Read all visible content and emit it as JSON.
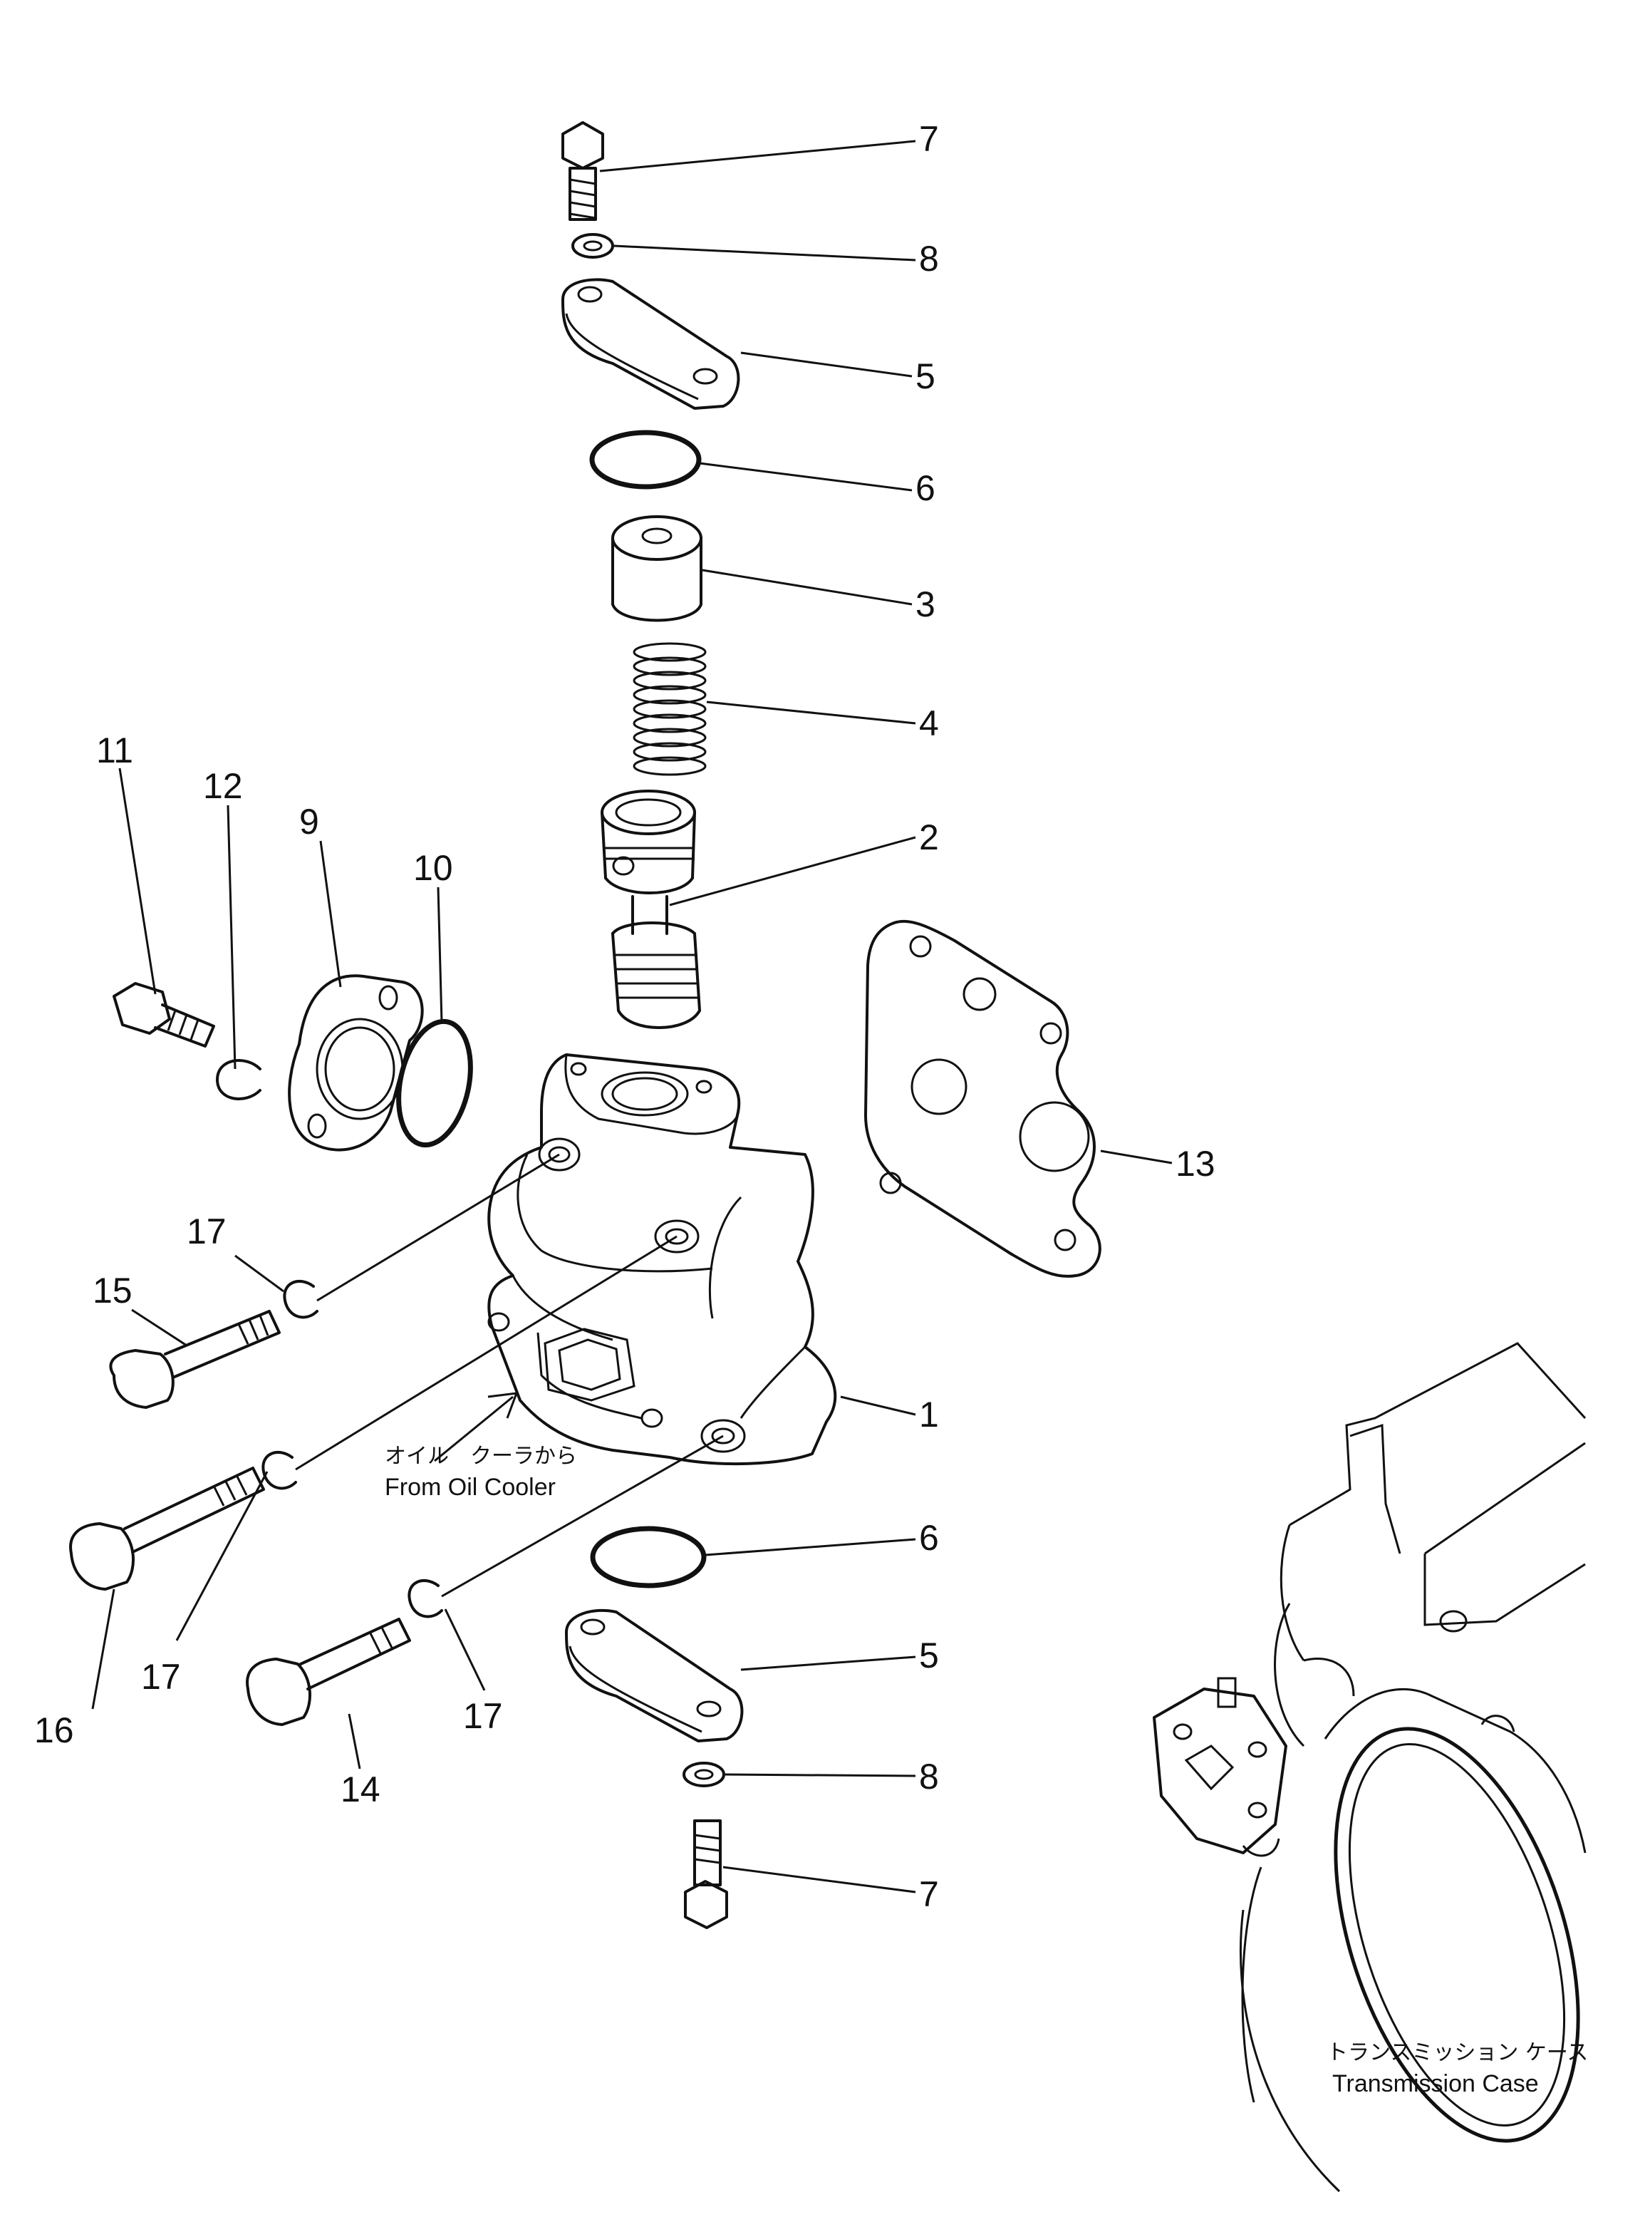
{
  "labels": {
    "p1": "1",
    "p2": "2",
    "p3": "3",
    "p4": "4",
    "p5_top": "5",
    "p5_bottom": "5",
    "p6_top": "6",
    "p6_bottom": "6",
    "p7_top": "7",
    "p7_bottom": "7",
    "p8_top": "8",
    "p8_bottom": "8",
    "p9": "9",
    "p10": "10",
    "p11": "11",
    "p12": "12",
    "p13": "13",
    "p14": "14",
    "p15": "15",
    "p16": "16",
    "p17_a": "17",
    "p17_b": "17",
    "p17_c": "17"
  },
  "captions": {
    "oil_cooler_jp": "オイル　クーラから",
    "oil_cooler_en": "From Oil Cooler",
    "transmission_jp": "トランスミッション ケース",
    "transmission_en": "Transmission Case"
  }
}
